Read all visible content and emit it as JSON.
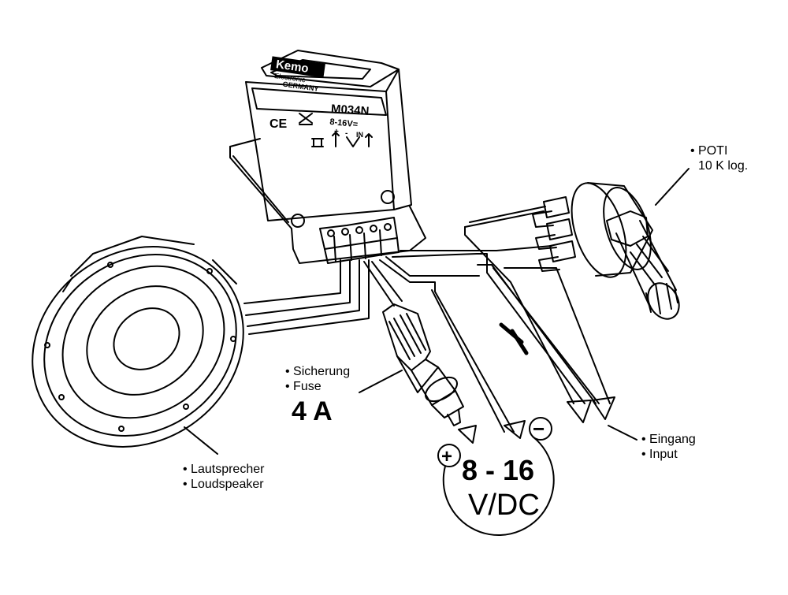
{
  "module": {
    "brand": "Kemo",
    "brand_sub": "Electronic",
    "country": "GERMANY",
    "model": "M034N",
    "ce_mark": "CE",
    "voltage_mark": "8-16V=",
    "pin_plus": "+",
    "pin_minus": "-",
    "pin_in": "IN"
  },
  "labels": {
    "poti_line1": "• POTI",
    "poti_line2": "10 K log.",
    "fuse_line1": "• Sicherung",
    "fuse_line2": "• Fuse",
    "fuse_value": "4 A",
    "speaker_line1": "• Lautsprecher",
    "speaker_line2": "• Loudspeaker",
    "input_line1": "• Eingang",
    "input_line2": "• Input"
  },
  "power": {
    "plus_symbol": "+",
    "minus_symbol": "−",
    "range": "8 - 16",
    "unit": "V/DC"
  },
  "icons": [
    "speaker-icon",
    "fuse-icon",
    "potentiometer-icon",
    "ground-symbol-icon",
    "amplifier-module-icon"
  ],
  "colors": {
    "line": "#000000",
    "background": "#ffffff"
  }
}
